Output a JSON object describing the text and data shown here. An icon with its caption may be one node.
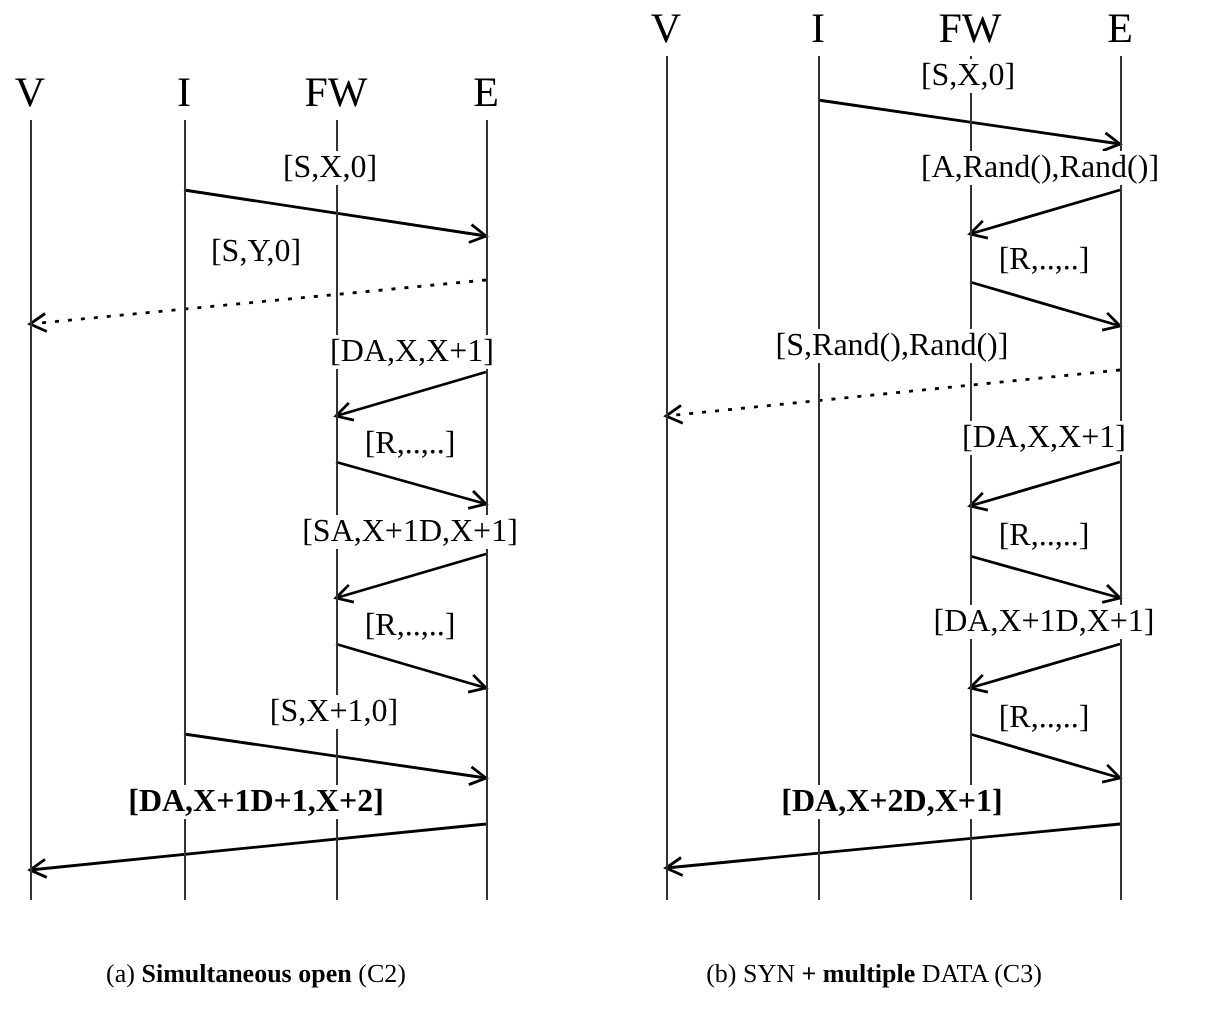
{
  "diagram": {
    "nodes": [
      {
        "text": [
          "V"
        ]
      },
      {
        "text": [
          "I"
        ]
      },
      {
        "text": [
          "FW"
        ]
      },
      {
        "text": [
          "E"
        ]
      },
      {
        "text": [
          "V"
        ]
      },
      {
        "text": [
          "I"
        ]
      },
      {
        "text": [
          "FW"
        ]
      },
      {
        "text": [
          "E"
        ]
      }
    ],
    "edges": [
      {
        "from": 1,
        "to": 3,
        "arrow": "to",
        "label": "[S,X,0]"
      },
      {
        "from": 3,
        "to": 0,
        "arrow": "to",
        "label": "[S,Y,0]",
        "style": "dashed"
      },
      {
        "from": 3,
        "to": 2,
        "arrow": "to",
        "label": "[DA,X,X+1]"
      },
      {
        "from": 2,
        "to": 3,
        "arrow": "to",
        "label": "[R,..,..]"
      },
      {
        "from": 3,
        "to": 2,
        "arrow": "to",
        "label": "[SA,X+1D,X+1]"
      },
      {
        "from": 2,
        "to": 3,
        "arrow": "to",
        "label": "[R,..,..]"
      },
      {
        "from": 1,
        "to": 3,
        "arrow": "to",
        "label": "[S,X+1,0]"
      },
      {
        "from": 3,
        "to": 0,
        "arrow": "to",
        "label": "**[DA,X+1D+1,X+2]**"
      },
      {
        "from": 5,
        "to": 7,
        "arrow": "to",
        "label": "[S,X,0]"
      },
      {
        "from": 7,
        "to": 6,
        "arrow": "to",
        "label": "[A,Rand(),Rand()]"
      },
      {
        "from": 6,
        "to": 7,
        "arrow": "to",
        "label": "[R,..,..]"
      },
      {
        "from": 7,
        "to": 4,
        "arrow": "to",
        "label": "[S,Rand(),Rand()]",
        "style": "dashed"
      },
      {
        "from": 7,
        "to": 6,
        "arrow": "to",
        "label": "[DA,X,X+1]"
      },
      {
        "from": 6,
        "to": 7,
        "arrow": "to",
        "label": "[R,..,..]"
      },
      {
        "from": 7,
        "to": 6,
        "arrow": "to",
        "label": "[DA,X+1D,X+1]"
      },
      {
        "from": 6,
        "to": 7,
        "arrow": "to",
        "label": "[R,..,..]"
      },
      {
        "from": 7,
        "to": 4,
        "arrow": "to",
        "label": "**[DA,X+2D,X+1]**"
      }
    ],
    "labels": [
      "(a) **Simultaneous open** (C2)",
      "(b) SYN **+ multiple** DATA (C3)"
    ]
  }
}
